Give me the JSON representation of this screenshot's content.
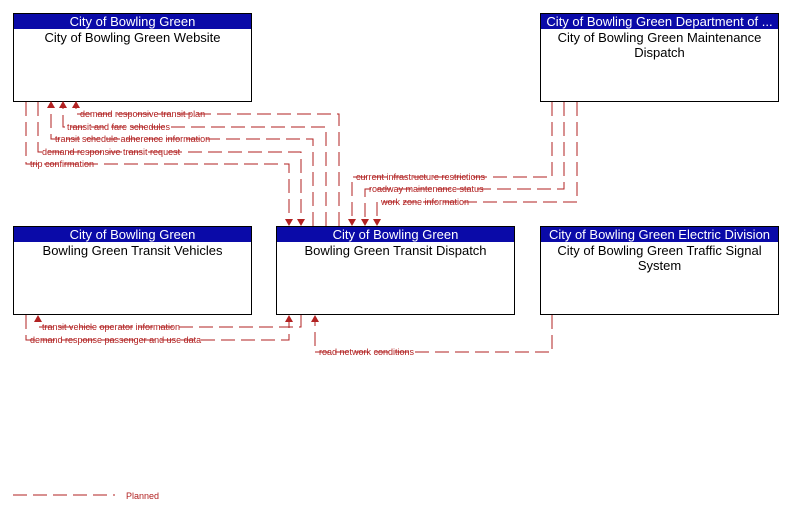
{
  "nodes": {
    "website": {
      "header": "City of Bowling Green",
      "title": "City of Bowling Green Website"
    },
    "maintenance": {
      "header": "City of Bowling Green Department of ...",
      "title": "City of Bowling Green Maintenance Dispatch"
    },
    "vehicles": {
      "header": "City of Bowling Green",
      "title": "Bowling Green Transit Vehicles"
    },
    "dispatch": {
      "header": "City of Bowling Green",
      "title": "Bowling Green Transit Dispatch"
    },
    "signal": {
      "header": "City of Bowling Green Electric Division",
      "title": "City of Bowling Green Traffic Signal System"
    }
  },
  "flows": {
    "demand_responsive_transit_plan": "demand responsive transit plan",
    "transit_and_fare_schedules": "transit and fare schedules",
    "transit_schedule_adherence_information": "transit schedule adherence information",
    "demand_responsive_transit_request": "demand responsive transit request",
    "trip_confirmation": "trip confirmation",
    "current_infrastructure_restrictions": "current infrastructure restrictions",
    "roadway_maintenance_status": "roadway maintenance status",
    "work_zone_information": "work zone information",
    "transit_vehicle_operator_information": "transit vehicle operator information",
    "demand_response_passenger_and_use_data": "demand response passenger and use data",
    "road_network_conditions": "road network conditions"
  },
  "legend": {
    "planned": "Planned"
  },
  "colors": {
    "header_bg": "#0a0aa8",
    "flow": "#b22222"
  }
}
